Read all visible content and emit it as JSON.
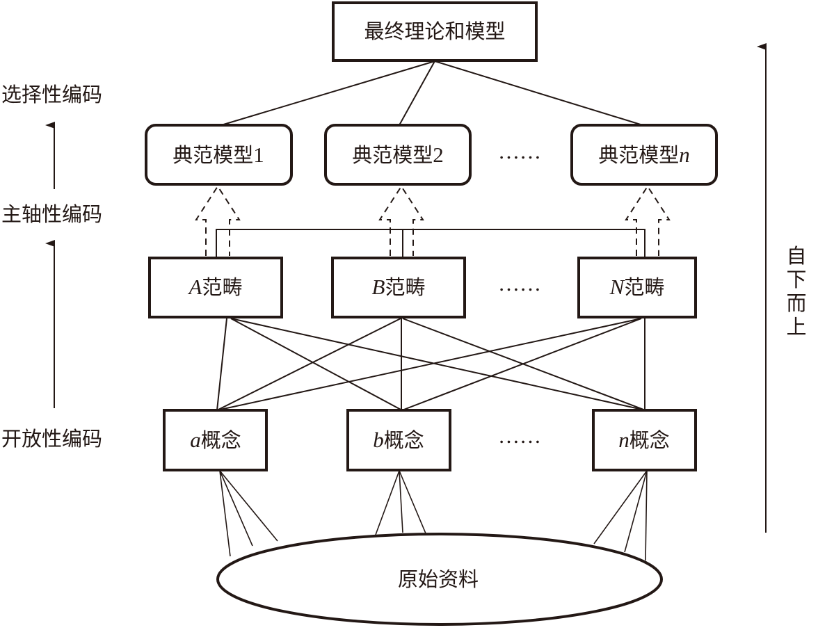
{
  "diagram": {
    "type": "grounded-theory-coding-process",
    "colors": {
      "stroke": "#231815",
      "fill": "#ffffff"
    },
    "top": {
      "label": "最终理论和模型"
    },
    "levels": [
      {
        "label": "选择性编码"
      },
      {
        "label": "主轴性编码"
      },
      {
        "label": "开放性编码"
      }
    ],
    "direction_label": [
      "自",
      "下",
      "而",
      "上"
    ],
    "ellipsis": "……",
    "models": [
      {
        "prefix": "典范模型",
        "suffix": "1",
        "suffix_italic": false
      },
      {
        "prefix": "典范模型",
        "suffix": "2",
        "suffix_italic": false
      },
      {
        "prefix": "典范模型",
        "suffix": "n",
        "suffix_italic": true
      }
    ],
    "categories": [
      {
        "prefix": "A",
        "suffix": "范畴"
      },
      {
        "prefix": "B",
        "suffix": "范畴"
      },
      {
        "prefix": "N",
        "suffix": "范畴"
      }
    ],
    "concepts": [
      {
        "prefix": "a",
        "suffix": "概念"
      },
      {
        "prefix": "b",
        "suffix": "概念"
      },
      {
        "prefix": "n",
        "suffix": "概念"
      }
    ],
    "source": {
      "label": "原始资料"
    }
  }
}
